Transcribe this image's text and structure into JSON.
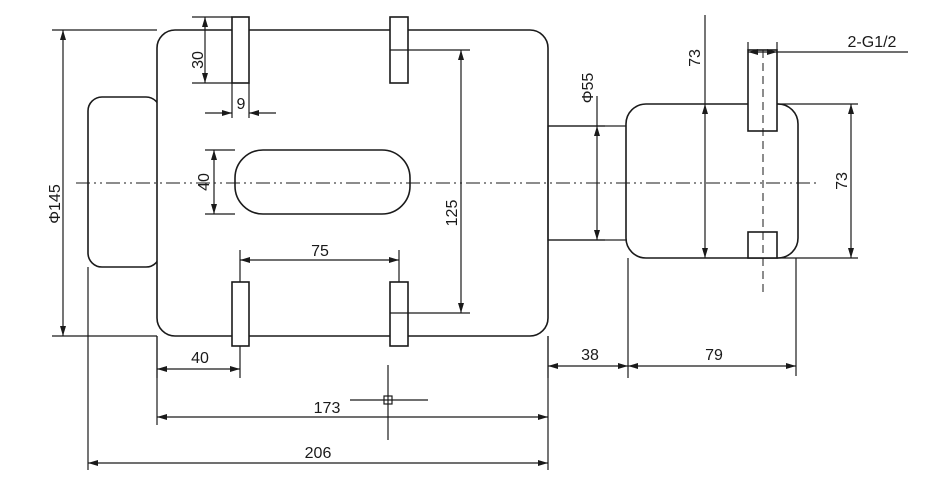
{
  "drawing": {
    "dims": {
      "d30": "30",
      "d9": "9",
      "d40_slot": "40",
      "d145": "Φ145",
      "d125": "125",
      "d75": "75",
      "d40_bottom": "40",
      "d55": "Φ55",
      "d73_top": "73",
      "d73_right": "73",
      "d38": "38",
      "d79": "79",
      "d173": "173",
      "d206": "206"
    },
    "callout": "2-G1/2"
  }
}
